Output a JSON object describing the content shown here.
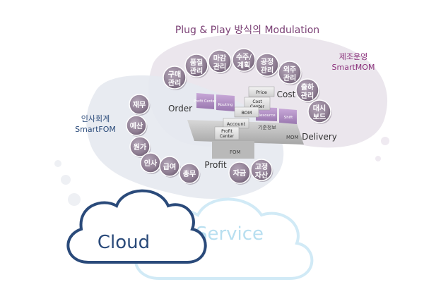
{
  "title": "Plug & Play 방식의 Modulation",
  "mom": {
    "name": "제조운영",
    "sub": "SmartMOM"
  },
  "fom": {
    "name": "인사회계",
    "sub": "SmartFOM"
  },
  "axis_labels": {
    "order": "Order",
    "cost": "Cost",
    "delivery": "Delivery",
    "profit": "Profit"
  },
  "mom_modules": [
    {
      "l1": "구매",
      "l2": "관리"
    },
    {
      "l1": "품질",
      "l2": "관리"
    },
    {
      "l1": "마감",
      "l2": "관리"
    },
    {
      "l1": "수주/",
      "l2": "계획"
    },
    {
      "l1": "공정",
      "l2": "관리"
    },
    {
      "l1": "외주",
      "l2": "관리"
    },
    {
      "l1": "출하",
      "l2": "관리"
    },
    {
      "l1": "대시",
      "l2": "보드"
    }
  ],
  "fom_modules": [
    "재무",
    "예산",
    "원가",
    "인사",
    "급여",
    "총무"
  ],
  "profit_modules": [
    {
      "l1": "자금",
      "l2": ""
    },
    {
      "l1": "고정",
      "l2": "자산"
    }
  ],
  "blocks": {
    "price": "Price",
    "cost_center": "Cost\nCenter",
    "bom": "BOM",
    "account": "Account",
    "profit_center": "Profit\nCenter",
    "fom": "FOM",
    "mom": "MOM",
    "base_info": "기준정보",
    "routing": "Routing",
    "profit_center_top": "Profit\nCenter",
    "resource": "Resource",
    "shift": "Shift"
  },
  "cloud": {
    "word1": "Cloud",
    "word2": "Service"
  },
  "colors": {
    "purple": "#8a2f7a",
    "circle": "#8e7d92",
    "navy": "#2a4a7a",
    "lightblue": "#b8dff0"
  }
}
